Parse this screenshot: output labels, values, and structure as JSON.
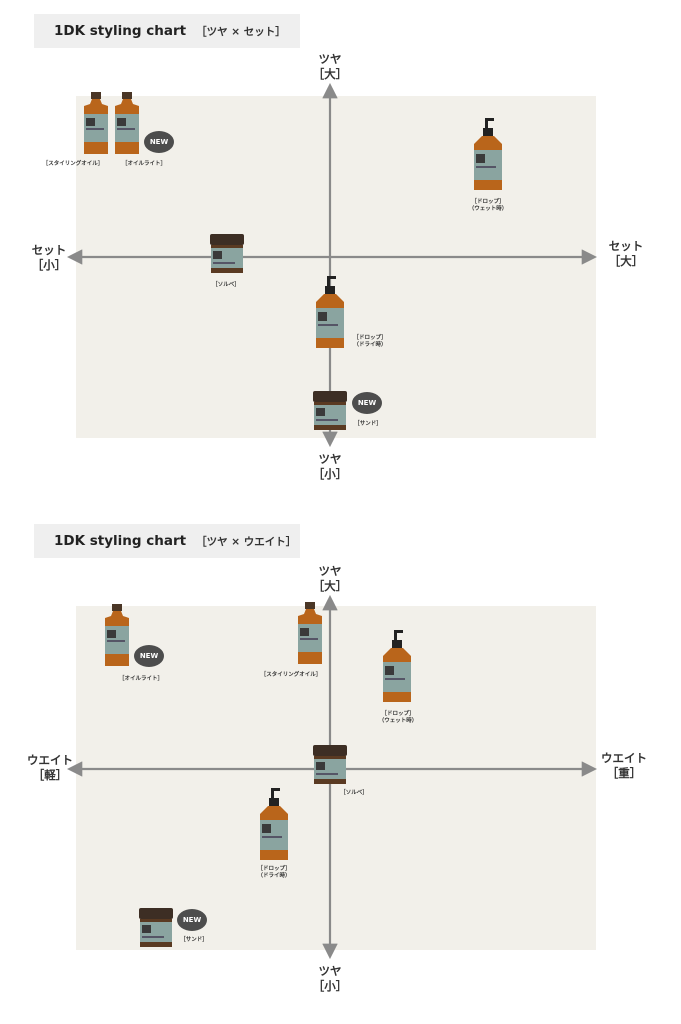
{
  "charts": [
    {
      "title": "1DK styling chart",
      "subtitle": "［ツヤ × セット］",
      "axes": {
        "top": [
          "ツヤ",
          "［大］"
        ],
        "bottom": [
          "ツヤ",
          "［小］"
        ],
        "left": [
          "セット",
          "［小］"
        ],
        "right": [
          "セット",
          "［大］"
        ]
      },
      "labels": {
        "oil": [
          "［スタイリングオイル］"
        ],
        "oil_light": [
          "［オイルライト］"
        ],
        "drop_wet": [
          "［ドロップ］",
          "（ウェット時）"
        ],
        "solve": [
          "［ソルベ］"
        ],
        "drop_dry": [
          "［ドロップ］",
          "（ドライ時）"
        ],
        "sand": [
          "［サンド］"
        ]
      },
      "badge": "NEW"
    },
    {
      "title": "1DK styling chart",
      "subtitle": "［ツヤ × ウエイト］",
      "axes": {
        "top": [
          "ツヤ",
          "［大］"
        ],
        "bottom": [
          "ツヤ",
          "［小］"
        ],
        "left": [
          "ウエイト",
          "［軽］"
        ],
        "right": [
          "ウエイト",
          "［重］"
        ]
      },
      "labels": {
        "oil_light": [
          "［オイルライト］"
        ],
        "oil": [
          "［スタイリングオイル］"
        ],
        "drop_wet": [
          "［ドロップ］",
          "（ウェット時）"
        ],
        "solve": [
          "［ソルベ］"
        ],
        "drop_dry": [
          "［ドロップ］",
          "（ドライ時）"
        ],
        "sand": [
          "［サンド］"
        ]
      },
      "badge": "NEW"
    }
  ],
  "chart_data": [
    {
      "type": "scatter",
      "title": "1DK styling chart",
      "subtitle": "［ツヤ × セット］",
      "xlabel": "セット",
      "ylabel": "ツヤ",
      "x_ends": [
        "［小］",
        "［大］"
      ],
      "y_ends": [
        "［小］",
        "［大］"
      ],
      "xlim": [
        -1,
        1
      ],
      "ylim": [
        -1,
        1
      ],
      "grid": false,
      "points": [
        {
          "label": "［スタイリングオイル］",
          "x": -0.89,
          "y": 0.76,
          "new": false
        },
        {
          "label": "［オイルライト］",
          "x": -0.75,
          "y": 0.76,
          "new": true
        },
        {
          "label": "［ドロップ］（ウェット時）",
          "x": 0.61,
          "y": 0.61,
          "new": false
        },
        {
          "label": "［ソルベ］",
          "x": -0.39,
          "y": 0.02,
          "new": false
        },
        {
          "label": "［ドロップ］（ドライ時）",
          "x": 0.0,
          "y": -0.32,
          "new": false
        },
        {
          "label": "［サンド］",
          "x": 0.0,
          "y": -0.9,
          "new": true
        }
      ]
    },
    {
      "type": "scatter",
      "title": "1DK styling chart",
      "subtitle": "［ツヤ × ウエイト］",
      "xlabel": "ウエイト",
      "ylabel": "ツヤ",
      "x_ends": [
        "［軽］",
        "［重］"
      ],
      "y_ends": [
        "［小］",
        "［大］"
      ],
      "xlim": [
        -1,
        1
      ],
      "ylim": [
        -1,
        1
      ],
      "grid": false,
      "points": [
        {
          "label": "［オイルライト］",
          "x": -0.82,
          "y": 0.78,
          "new": true
        },
        {
          "label": "［スタイリングオイル］",
          "x": -0.08,
          "y": 0.78,
          "new": false
        },
        {
          "label": "［ドロップ］（ウェット時）",
          "x": 0.26,
          "y": 0.58,
          "new": false
        },
        {
          "label": "［ソルベ］",
          "x": 0.0,
          "y": 0.0,
          "new": false
        },
        {
          "label": "［ドロップ］（ドライ時）",
          "x": -0.22,
          "y": -0.34,
          "new": false
        },
        {
          "label": "［サンド］",
          "x": -0.67,
          "y": -0.94,
          "new": true
        }
      ]
    }
  ]
}
